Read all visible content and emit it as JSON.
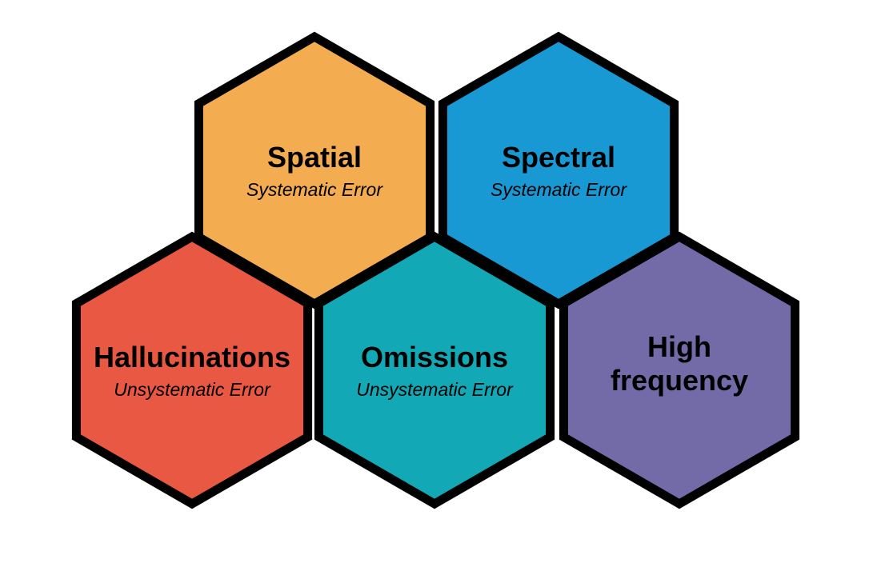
{
  "hexagons": [
    {
      "id": "spatial",
      "title_lines": [
        "Spatial"
      ],
      "subtitle": "Systematic Error",
      "color": "#F4AC51"
    },
    {
      "id": "spectral",
      "title_lines": [
        "Spectral"
      ],
      "subtitle": "Systematic Error",
      "color": "#1899D4"
    },
    {
      "id": "hallucinations",
      "title_lines": [
        "Hallucinations"
      ],
      "subtitle": "Unsystematic Error",
      "color": "#E85842"
    },
    {
      "id": "omissions",
      "title_lines": [
        "Omissions"
      ],
      "subtitle": "Unsystematic Error",
      "color": "#13A8B5"
    },
    {
      "id": "high-frequency",
      "title_lines": [
        "High",
        "frequency"
      ],
      "subtitle": "",
      "color": "#736AA8"
    }
  ]
}
